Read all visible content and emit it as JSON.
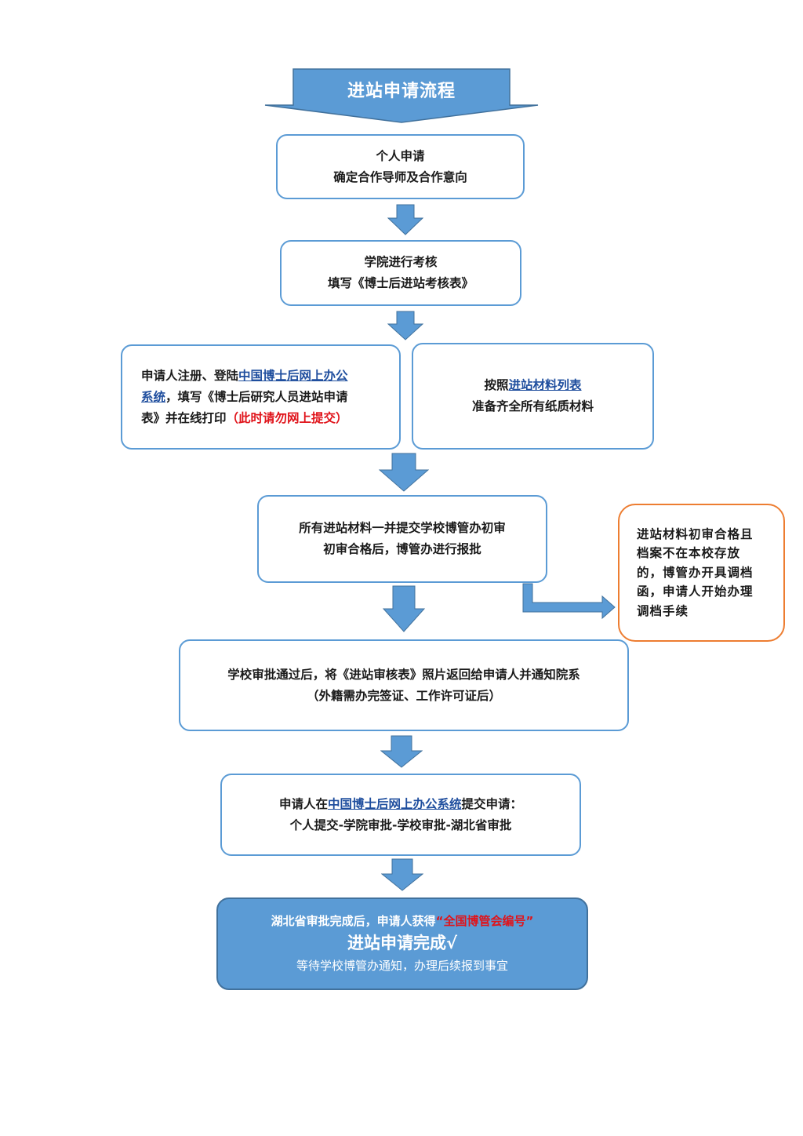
{
  "title": "进站申请流程",
  "colors": {
    "accent": "#5b9bd5",
    "accent_dark": "#41719c",
    "highlight": "#e0131a",
    "side_border": "#ed7d31",
    "link": "#1f4e9e"
  },
  "step1": {
    "line1": "个人申请",
    "line2": "确定合作导师及合作意向"
  },
  "step2": {
    "line1": "学院进行考核",
    "line2": "填写《博士后进站考核表》"
  },
  "step3a": {
    "line1_pre": "申请人注册、登陆",
    "line1_link": "中国博士后网上办公",
    "line2_link": "系统",
    "line2_post": "，填写《博士后研究人员进站申请",
    "line3_pre": "表》并在线打印",
    "line3_red": "（此时请勿网上提交）"
  },
  "step3b": {
    "line1_pre": "按照",
    "line1_link": "进站材料列表",
    "line2": "准备齐全所有纸质材料"
  },
  "step4": {
    "line1": "所有进站材料一并提交学校博管办初审",
    "line2": "初审合格后，博管办进行报批"
  },
  "side_note": {
    "lines": [
      "进站材料初审合格且",
      "档案不在本校存放",
      "的，博管办开具调档",
      "函，申请人开始办理",
      "调档手续"
    ]
  },
  "step5": {
    "line1": "学校审批通过后，将《进站审核表》照片返回给申请人并通知院系",
    "line2": "（外籍需办完签证、工作许可证后）"
  },
  "step6": {
    "line1_pre": "申请人在",
    "line1_link": "中国博士后网上办公系统",
    "line1_post": "提交申请：",
    "line2": "个人提交-学院审批-学校审批-湖北省审批"
  },
  "final": {
    "line1_pre": "湖北省审批完成后，申请人获得",
    "line1_red": "“全国博管会编号”",
    "line2": "进站申请完成√",
    "line3": "等待学校博管办通知，办理后续报到事宜"
  }
}
